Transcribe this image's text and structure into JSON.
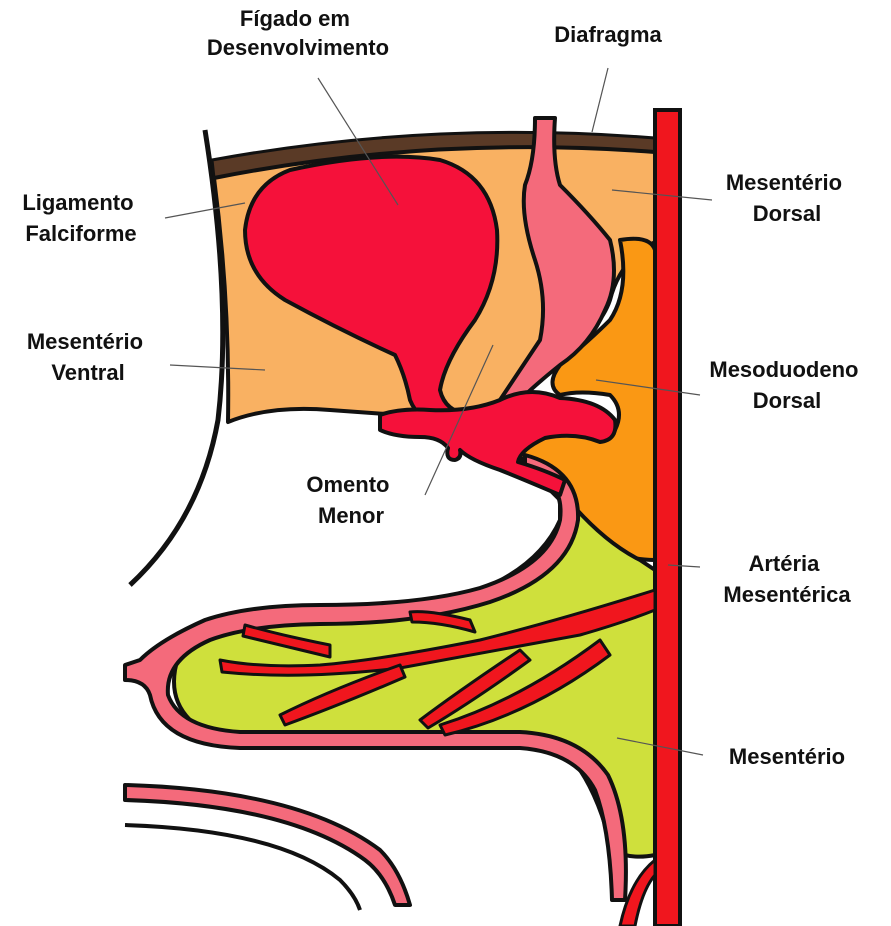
{
  "labels": {
    "figado": [
      "Fígado em",
      "Desenvolvimento"
    ],
    "diafragma": [
      "Diafragma"
    ],
    "ligamento": [
      "Ligamento",
      "Falciforme"
    ],
    "mesenterio_dorsal": [
      "Mesentério",
      "Dorsal"
    ],
    "mesenterio_ventral": [
      "Mesentério",
      "Ventral"
    ],
    "mesoduodeno": [
      "Mesoduodeno",
      "Dorsal"
    ],
    "omento": [
      "Omento",
      "Menor"
    ],
    "arteria": [
      "Artéria",
      "Mesentérica"
    ],
    "mesenterio": [
      "Mesentério"
    ]
  },
  "colors": {
    "liver": "#f5113a",
    "artery": "#f0161e",
    "mesentery_orange": "#f9b162",
    "mesoduodenum": "#fa9814",
    "mesentery_green": "#cfe03c",
    "gut_pink": "#f46a7b",
    "diaphragm": "#5a3a26",
    "outline": "#111111"
  }
}
